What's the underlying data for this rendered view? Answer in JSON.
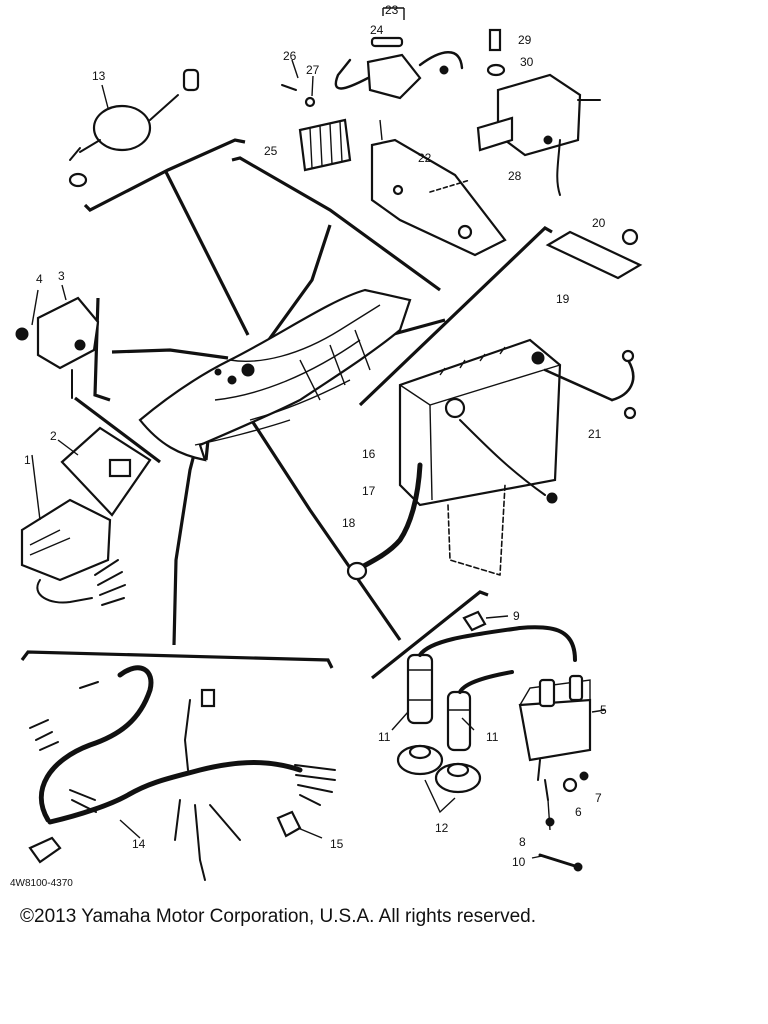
{
  "callouts": [
    {
      "id": "1",
      "text": "1"
    },
    {
      "id": "2",
      "text": "2"
    },
    {
      "id": "3",
      "text": "3"
    },
    {
      "id": "4",
      "text": "4"
    },
    {
      "id": "5",
      "text": "5"
    },
    {
      "id": "6",
      "text": "6"
    },
    {
      "id": "7",
      "text": "7"
    },
    {
      "id": "8",
      "text": "8"
    },
    {
      "id": "9",
      "text": "9"
    },
    {
      "id": "10",
      "text": "10"
    },
    {
      "id": "11a",
      "text": "11"
    },
    {
      "id": "11b",
      "text": "11"
    },
    {
      "id": "12",
      "text": "12"
    },
    {
      "id": "13",
      "text": "13"
    },
    {
      "id": "14",
      "text": "14"
    },
    {
      "id": "15",
      "text": "15"
    },
    {
      "id": "16",
      "text": "16"
    },
    {
      "id": "17",
      "text": "17"
    },
    {
      "id": "18",
      "text": "18"
    },
    {
      "id": "19",
      "text": "19"
    },
    {
      "id": "20",
      "text": "20"
    },
    {
      "id": "21",
      "text": "21"
    },
    {
      "id": "22",
      "text": "22"
    },
    {
      "id": "23",
      "text": "23"
    },
    {
      "id": "24",
      "text": "24"
    },
    {
      "id": "25",
      "text": "25"
    },
    {
      "id": "26",
      "text": "26"
    },
    {
      "id": "27",
      "text": "27"
    },
    {
      "id": "28",
      "text": "28"
    },
    {
      "id": "29",
      "text": "29"
    },
    {
      "id": "30",
      "text": "30"
    }
  ],
  "drawing_code": "4W8100-4370",
  "copyright": "©2013 Yamaha Motor Corporation, U.S.A. All rights reserved."
}
